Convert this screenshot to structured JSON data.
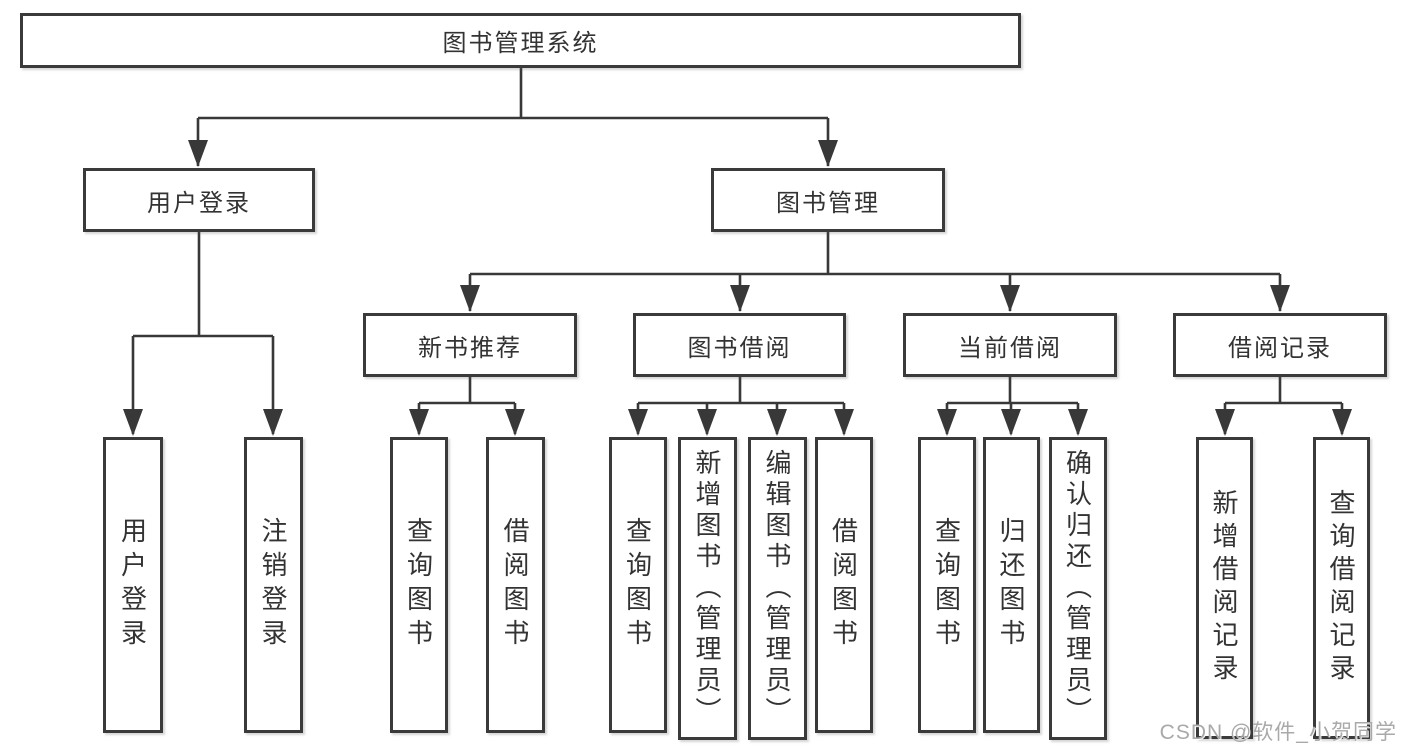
{
  "tree": {
    "label": "图书管理系统",
    "children": [
      {
        "label": "用户登录",
        "children": [
          {
            "label": "用户登录"
          },
          {
            "label": "注销登录"
          }
        ]
      },
      {
        "label": "图书管理",
        "children": [
          {
            "label": "新书推荐",
            "children": [
              {
                "label": "查询图书"
              },
              {
                "label": "借阅图书"
              }
            ]
          },
          {
            "label": "图书借阅",
            "children": [
              {
                "label": "查询图书"
              },
              {
                "label": "新增图书（管理员）"
              },
              {
                "label": "编辑图书（管理员）"
              },
              {
                "label": "借阅图书"
              }
            ]
          },
          {
            "label": "当前借阅",
            "children": [
              {
                "label": "查询图书"
              },
              {
                "label": "归还图书"
              },
              {
                "label": "确认归还（管理员）"
              }
            ]
          },
          {
            "label": "借阅记录",
            "children": [
              {
                "label": "新增借阅记录"
              },
              {
                "label": "查询借阅记录"
              }
            ]
          }
        ]
      }
    ]
  },
  "colors": {
    "line": "#383838",
    "box_border": "#3a3a3a",
    "text": "#333333",
    "watermark": "#a9a9a9"
  },
  "watermark": "CSDN @软件_小贺同学"
}
